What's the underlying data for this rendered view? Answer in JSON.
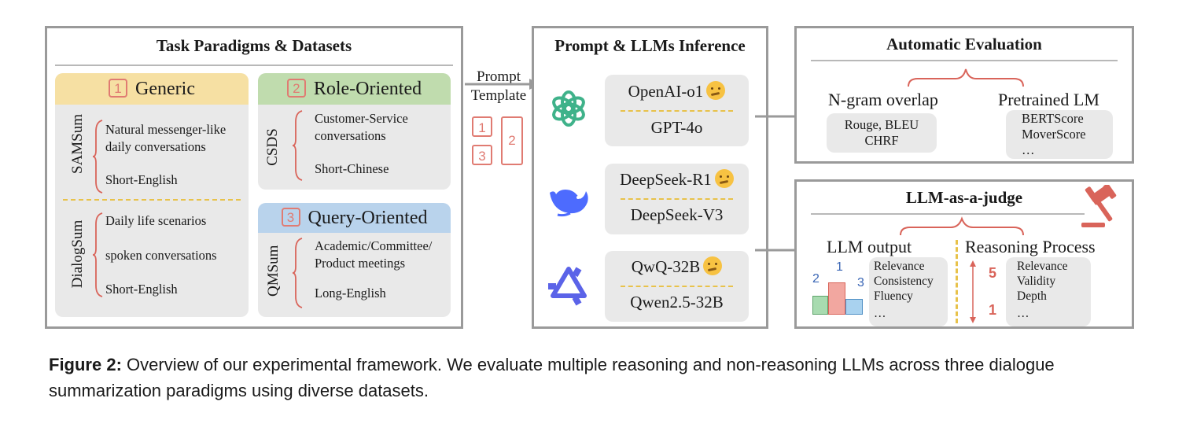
{
  "panel1": {
    "title": "Task Paradigms & Datasets",
    "generic": {
      "num": "1",
      "label": "Generic"
    },
    "role": {
      "num": "2",
      "label": "Role-Oriented"
    },
    "query": {
      "num": "3",
      "label": "Query-Oriented"
    },
    "samsum": {
      "label": "SAMSum",
      "items": [
        "Natural messenger-like",
        "daily conversations",
        "Short-English"
      ]
    },
    "dialogsum": {
      "label": "DialogSum",
      "items": [
        "Daily life scenarios",
        "spoken conversations",
        "Short-English"
      ]
    },
    "csds": {
      "label": "CSDS",
      "items": [
        "Customer-Service",
        "conversations",
        "Short-Chinese"
      ]
    },
    "qmsum": {
      "label": "QMSum",
      "items": [
        "Academic/Committee/",
        "Product meetings",
        "Long-English"
      ]
    }
  },
  "prompt_template": {
    "line1": "Prompt",
    "line2": "Template",
    "nums": [
      "1",
      "3",
      "2"
    ]
  },
  "panel2": {
    "title": "Prompt & LLMs Inference",
    "models": [
      {
        "reasoning": "OpenAI-o1",
        "base": "GPT-4o",
        "icon": "openai-logo-icon"
      },
      {
        "reasoning": "DeepSeek-R1",
        "base": "DeepSeek-V3",
        "icon": "deepseek-whale-icon"
      },
      {
        "reasoning": "QwQ-32B",
        "base": "Qwen2.5-32B",
        "icon": "qwen-logo-icon"
      }
    ]
  },
  "panel3": {
    "title": "Automatic Evaluation",
    "ngram": {
      "label": "N-gram overlap",
      "items": [
        "Rouge, BLEU",
        "CHRF"
      ]
    },
    "pretrained": {
      "label": "Pretrained LM",
      "items": [
        "BERTScore",
        "MoverScore",
        "…"
      ]
    }
  },
  "panel4": {
    "title": "LLM-as-a-judge",
    "llm_output": {
      "label": "LLM output",
      "items": [
        "Relevance",
        "Consistency",
        "Fluency",
        "…"
      ],
      "ranks": [
        "2",
        "1",
        "3"
      ]
    },
    "reasoning": {
      "label": "Reasoning Process",
      "items": [
        "Relevance",
        "Validity",
        "Depth",
        "…"
      ],
      "scale_top": "5",
      "scale_bottom": "1"
    }
  },
  "caption": {
    "label": "Figure 2:",
    "text": " Overview of our experimental framework. We evaluate multiple reasoning and non-reasoning LLMs across three dialogue summarization paradigms using diverse datasets."
  },
  "colors": {
    "generic": "#f6e0a3",
    "role": "#c0dcae",
    "query": "#b9d3ec",
    "accent_red": "#d9645a",
    "dash": "#e8c24a",
    "border": "#9a9a9a",
    "box": "#e9e9e9"
  }
}
